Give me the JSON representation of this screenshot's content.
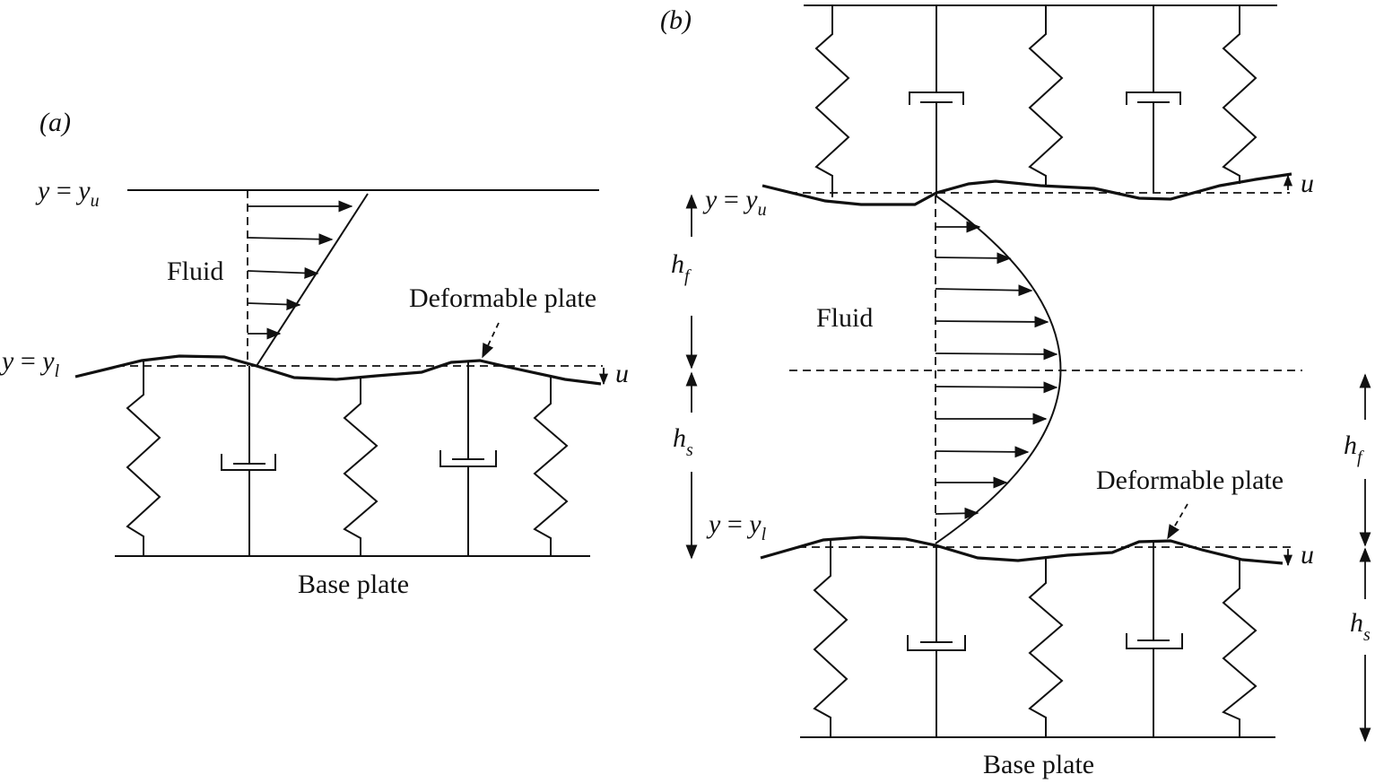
{
  "panel_a": {
    "tag": "(a)",
    "upper_label": {
      "y": "y",
      "eq": " = ",
      "var": "y",
      "sub": "u"
    },
    "lower_label": {
      "y": "y",
      "eq": " = ",
      "var": "y",
      "sub": "l"
    },
    "fluid": "Fluid",
    "deformable": "Deformable plate",
    "u": "u",
    "base": "Base plate"
  },
  "panel_b": {
    "tag": "(b)",
    "upper_label": {
      "y": "y",
      "eq": " = ",
      "var": "y",
      "sub": "u"
    },
    "lower_label": {
      "y": "y",
      "eq": " = ",
      "var": "y",
      "sub": "l"
    },
    "fluid": "Fluid",
    "deformable": "Deformable plate",
    "u": "u",
    "base": "Base plate",
    "hf": {
      "h": "h",
      "sub": "f"
    },
    "hs": {
      "h": "h",
      "sub": "s"
    },
    "hf_right": {
      "h": "h",
      "sub": "f"
    },
    "hs_right": {
      "h": "h",
      "sub": "s"
    }
  }
}
